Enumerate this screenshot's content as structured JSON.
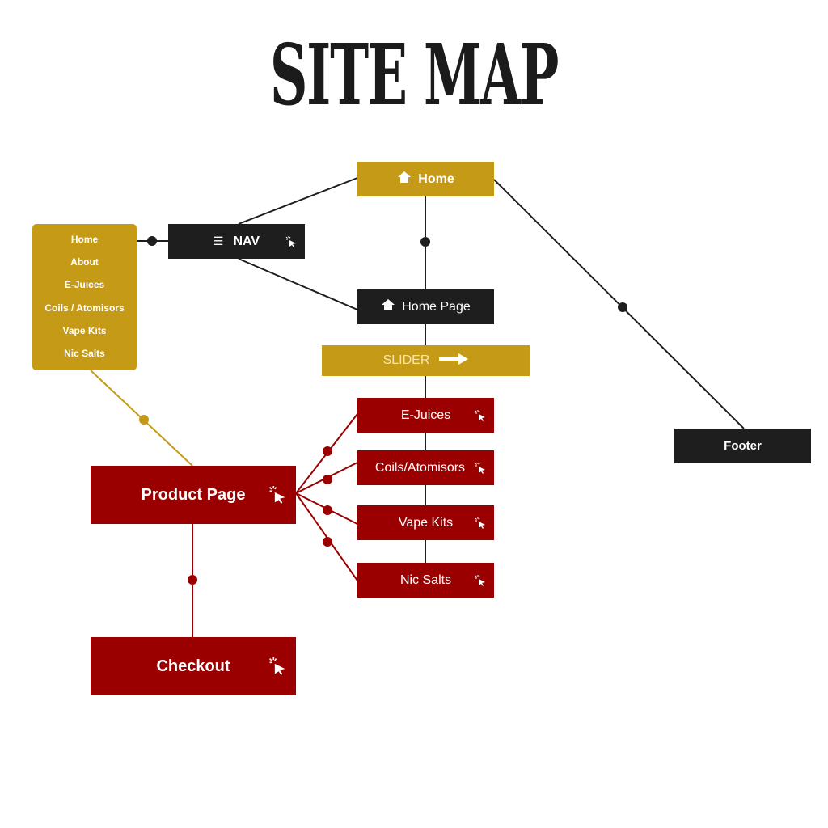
{
  "title": "SITE MAP",
  "nodes": {
    "home": "Home",
    "nav": "NAV",
    "home_page": "Home Page",
    "slider": "SLIDER",
    "footer": "Footer",
    "product_page": "Product Page",
    "checkout": "Checkout",
    "categories": [
      "E-Juices",
      "Coils/Atomisors",
      "Vape Kits",
      "Nic Salts"
    ]
  },
  "nav_menu": [
    "Home",
    "About",
    "E-Juices",
    "Coils / Atomisors",
    "Vape Kits",
    "Nic Salts"
  ],
  "colors": {
    "gold": "#c49a16",
    "dark": "#1e1e1e",
    "red": "#9b0000"
  }
}
